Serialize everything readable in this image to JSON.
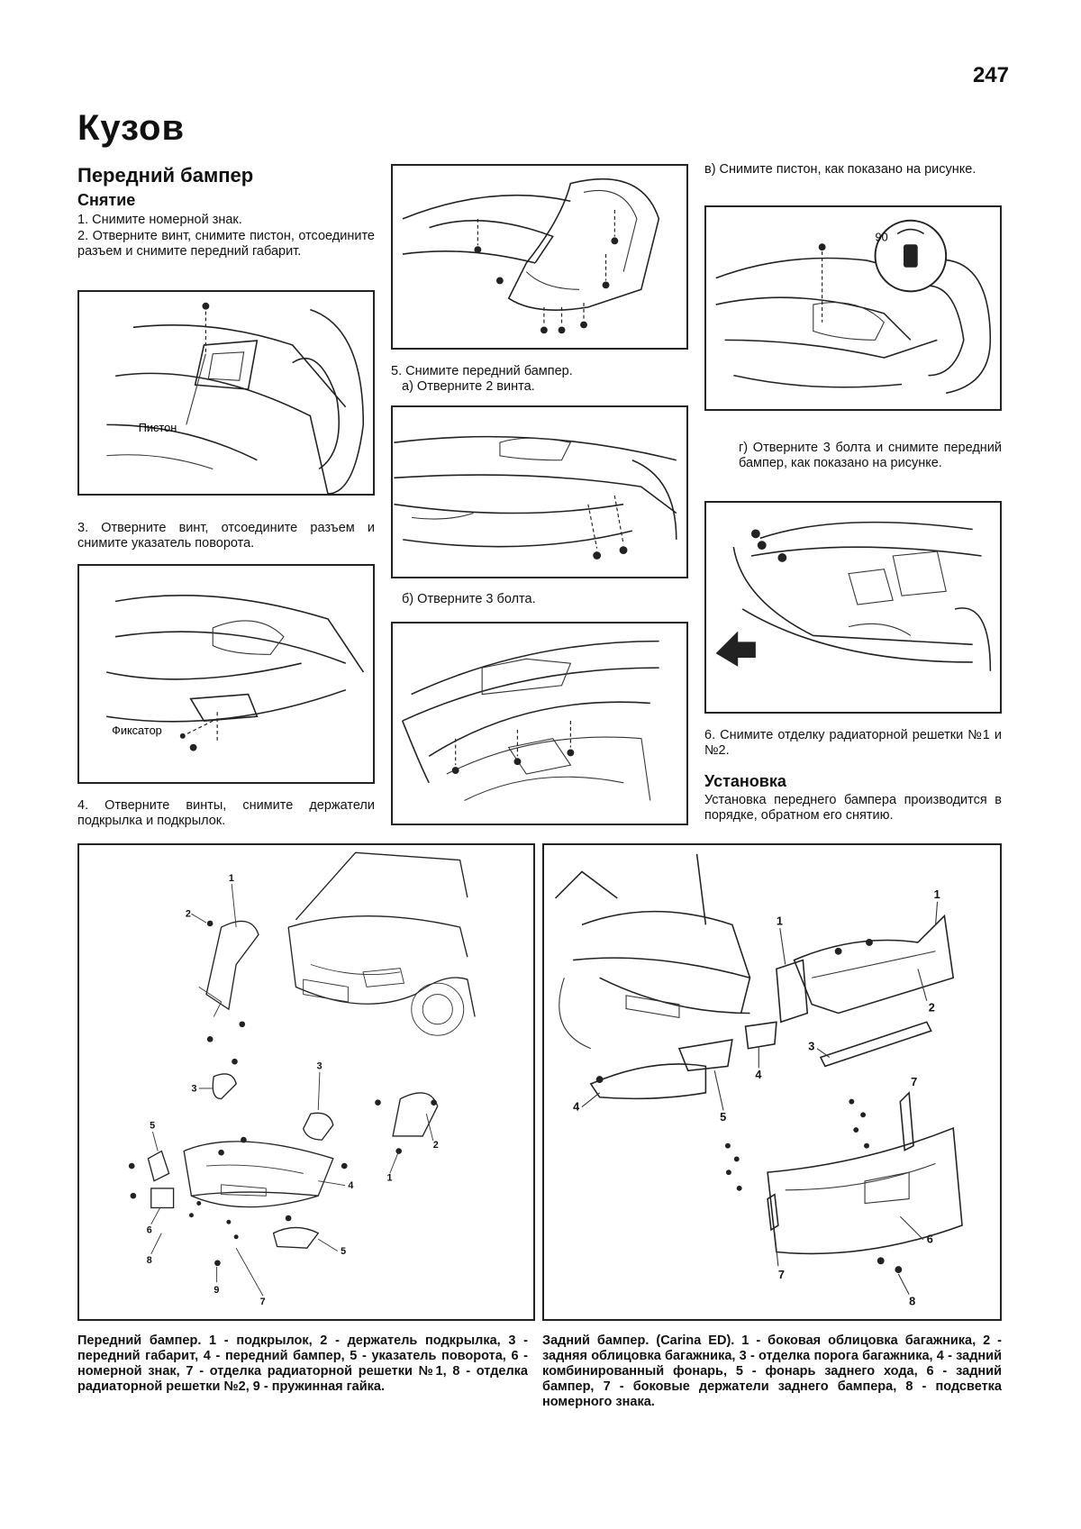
{
  "page_number": "247",
  "section_title": "Кузов",
  "left": {
    "heading": "Передний бампер",
    "subheading": "Снятие",
    "step1": "1. Снимите номерной знак.",
    "step2": "2. Отверните винт, снимите пистон, отсоедините разъем и снимите передний габарит.",
    "fig1_label": "Пистон",
    "step3": "3. Отверните винт, отсоедините разъем и снимите указатель поворота.",
    "fig2_label": "Фиксатор",
    "step4": "4. Отверните винты, снимите держатели подкрылка и подкрылок."
  },
  "middle": {
    "step5": "5. Снимите передний бампер.",
    "step5a": "а) Отверните 2 винта.",
    "step5b": "б) Отверните 3 болта."
  },
  "right": {
    "step5v": "в) Снимите пистон, как показано на рисунке.",
    "fig_angle": "90",
    "step5g": "г) Отверните 3 болта и снимите передний бампер, как показано на рисунке.",
    "step6": "6. Снимите отделку радиаторной решетки №1 и №2.",
    "install_heading": "Установка",
    "install_text": "Установка переднего бампера производится в порядке, обратном его снятию."
  },
  "captions": {
    "front": "Передний бампер. 1 - подкрылок, 2 - держатель подкрылка, 3 - передний габарит, 4 - передний бампер, 5 - указатель поворота, 6 - номерной знак, 7 - отделка радиаторной решетки №1, 8 - отделка радиаторной решетки №2, 9 - пружинная гайка.",
    "rear": "Задний бампер. (Carina ED). 1 - боковая облицовка багажника, 2 - задняя облицовка багажника, 3 - отделка порога багажника, 4 - задний комбинированный фонарь, 5 - фонарь заднего хода, 6 - задний бампер, 7 - боковые держатели заднего бампера, 8 - подсветка номерного знака."
  },
  "callouts": {
    "front": [
      "1",
      "2",
      "3",
      "3",
      "5",
      "4",
      "2",
      "1",
      "6",
      "8",
      "9",
      "7",
      "5"
    ],
    "rear": [
      "1",
      "1",
      "2",
      "3",
      "4",
      "4",
      "5",
      "7",
      "6",
      "7",
      "8"
    ]
  }
}
